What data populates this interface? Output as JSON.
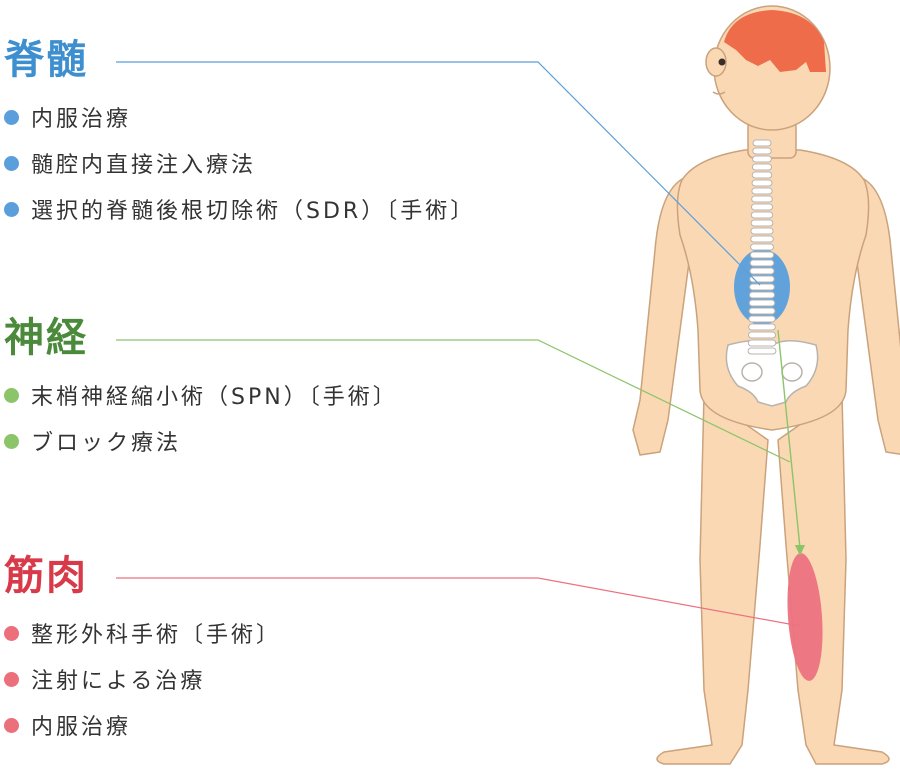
{
  "colors": {
    "spinal": "#3d8fcf",
    "nerve": "#4a8a3a",
    "nerve_dot": "#8cc46a",
    "muscle": "#d83a4a",
    "muscle_dot": "#ec6f7c",
    "skin": "#fad8b4",
    "outline": "#caa27c",
    "brain": "#ef6c4a",
    "spinal_region": "#5a9fdc",
    "muscle_region": "#ec7280"
  },
  "sections": {
    "spinal": {
      "title": "脊髄",
      "items": [
        "内服治療",
        "髄腔内直接注入療法",
        "選択的脊髄後根切除術（SDR）〔手術〕"
      ]
    },
    "nerve": {
      "title": "神経",
      "items": [
        "末梢神経縮小術（SPN）〔手術〕",
        "ブロック療法"
      ]
    },
    "muscle": {
      "title": "筋肉",
      "items": [
        "整形外科手術〔手術〕",
        "注射による治療",
        "内服治療"
      ]
    }
  },
  "icons": [
    "brain-icon",
    "spine-icon",
    "pelvis-icon"
  ]
}
